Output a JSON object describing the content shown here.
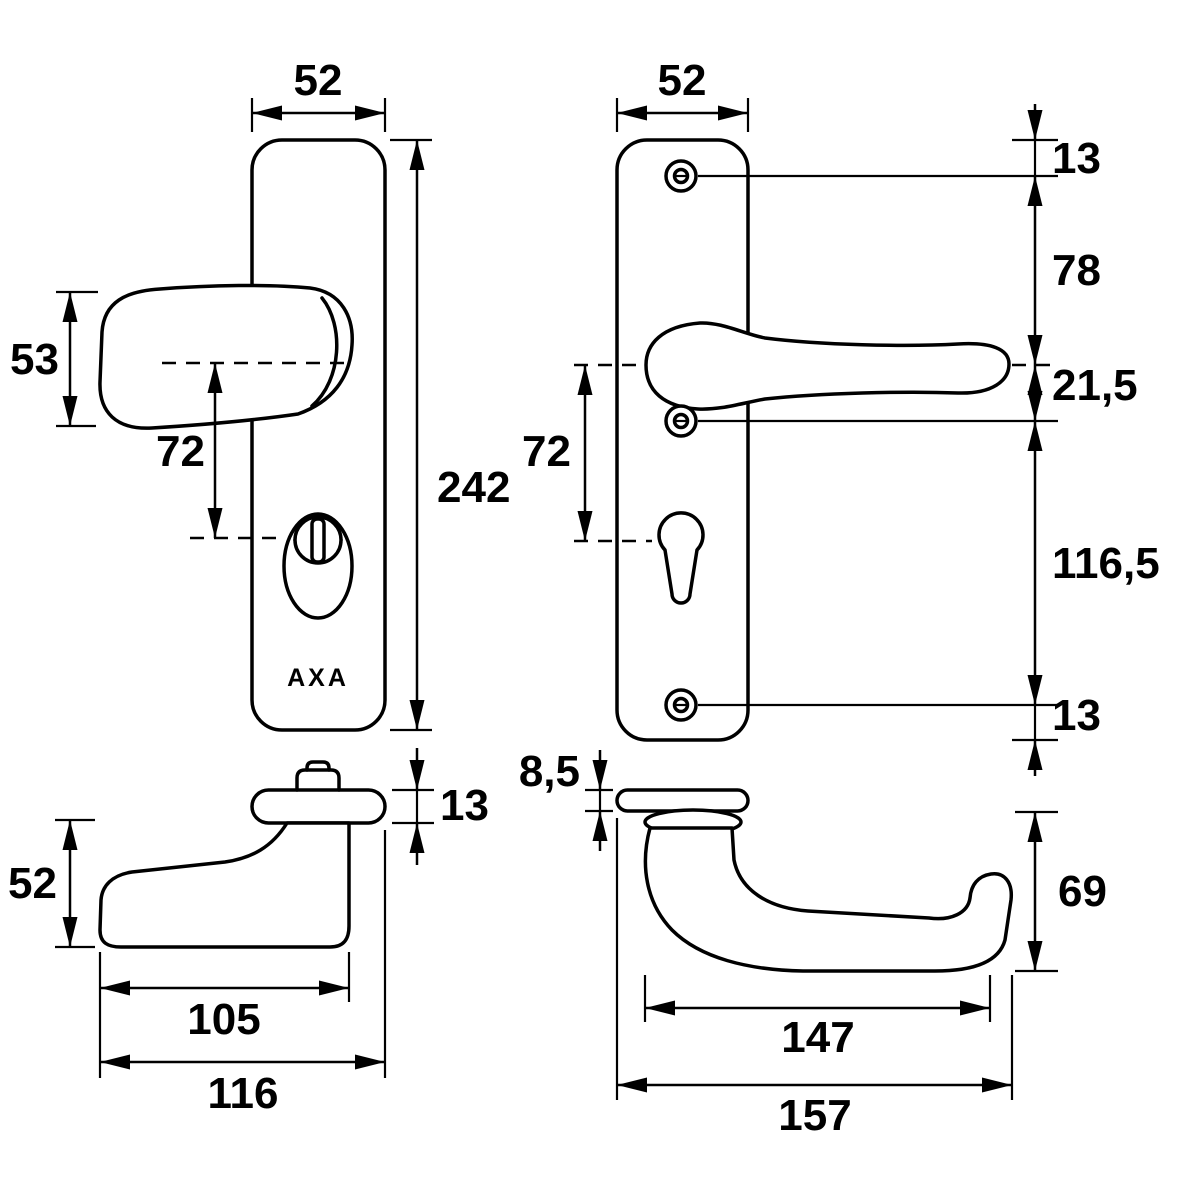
{
  "brand": "AXA",
  "dims": {
    "plate_width_ext": "52",
    "plate_width_int": "52",
    "grip_height": "53",
    "center_distance_ext": "72",
    "plate_length": "242",
    "plate_thickness_ext": "13",
    "grip_profile_height": "52",
    "grip_depth": "105",
    "total_depth_ext": "116",
    "top_edge_to_screw": "13",
    "screw_to_handle": "78",
    "handle_to_screw2": "21,5",
    "screw2_to_screw3": "116,5",
    "screw_to_bottom_edge": "13",
    "center_distance_int": "72",
    "plate_thickness_int": "8,5",
    "lever_profile_height": "69",
    "lever_depth": "147",
    "total_depth_int": "157"
  }
}
